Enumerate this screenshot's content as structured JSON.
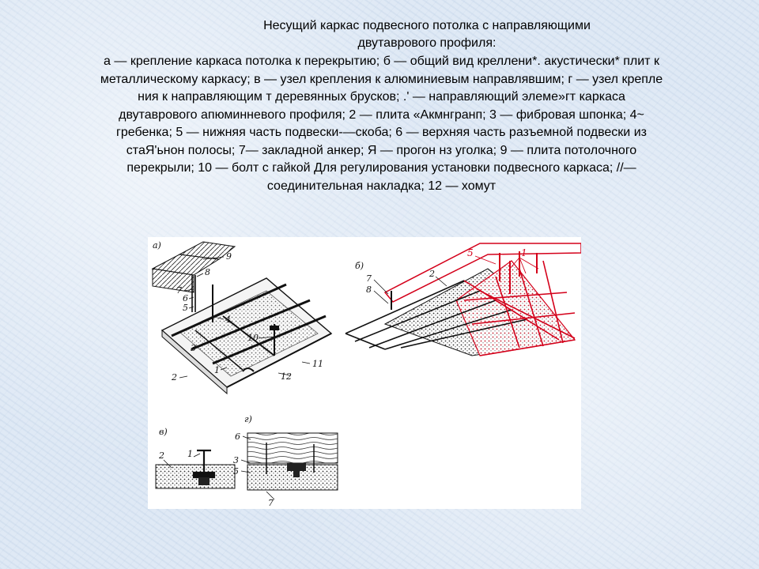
{
  "slide": {
    "title": "Несущий каркас подвесного потолка с направляющими двутаврового профиля:",
    "caption_lines": [
      "а — крепление каркаса потолка к перекрытию; б — общий вид креллени*. акустически* плит к",
      "металлическому каркасу; в — узел крепления к алюминиевым направлявшим; г — узел крепле",
      "ния к направляющим т деревянных брусков; .' — направляющий элеме»гт каркаса",
      "двутаврового апюминневого профиля; 2 — плита «Акмнгранп; 3 — фибровая шпонка; 4~",
      "гребенка; 5 — нижняя часть подвески-—скоба; 6 — верхняя часть разъемной подвески из",
      "стаЯ'ьнон полосы; 7— закладной анкер; Я — прогон нз уголка; 9 — плита потолочного",
      "перекрыли; 10 — болт с гайкой Для регулирования установки подвесного каркаса; //—",
      "соединительная накладка; 12 — хомут"
    ]
  },
  "figure": {
    "panel_labels": {
      "a": "а)",
      "b": "б)",
      "v": "в)",
      "g": "г)"
    },
    "callouts_a": [
      "9",
      "8",
      "7",
      "6",
      "5",
      "4",
      "3",
      "2",
      "1",
      "10",
      "11",
      "12"
    ],
    "callouts_b": [
      "5",
      "1",
      "2",
      "7",
      "8"
    ],
    "callouts_v": [
      "2",
      "1"
    ],
    "callouts_g": [
      "6",
      "3",
      "5",
      "7"
    ],
    "colors": {
      "highlight": "#d4001a",
      "ink": "#111111"
    }
  }
}
